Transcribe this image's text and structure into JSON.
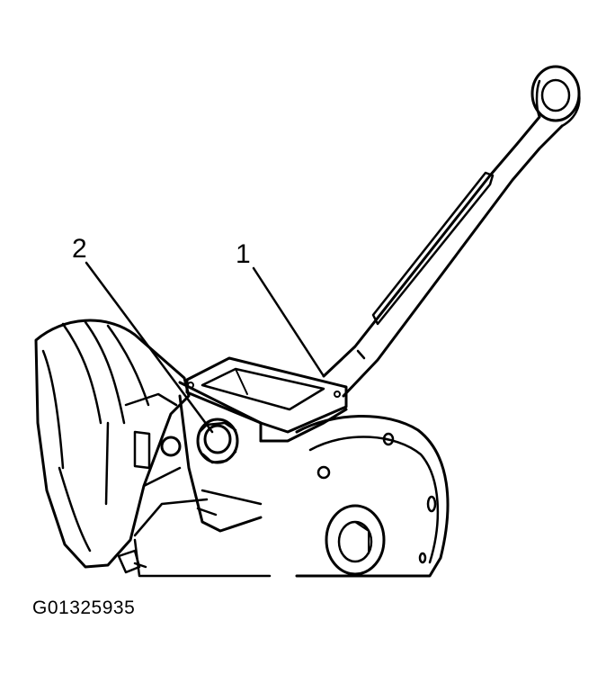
{
  "callouts": [
    {
      "label": "1",
      "target": "wrench"
    },
    {
      "label": "2",
      "target": "plug"
    }
  ],
  "figure_id": "G01325935",
  "colors": {
    "ink": "#000000",
    "paper": "#ffffff"
  }
}
